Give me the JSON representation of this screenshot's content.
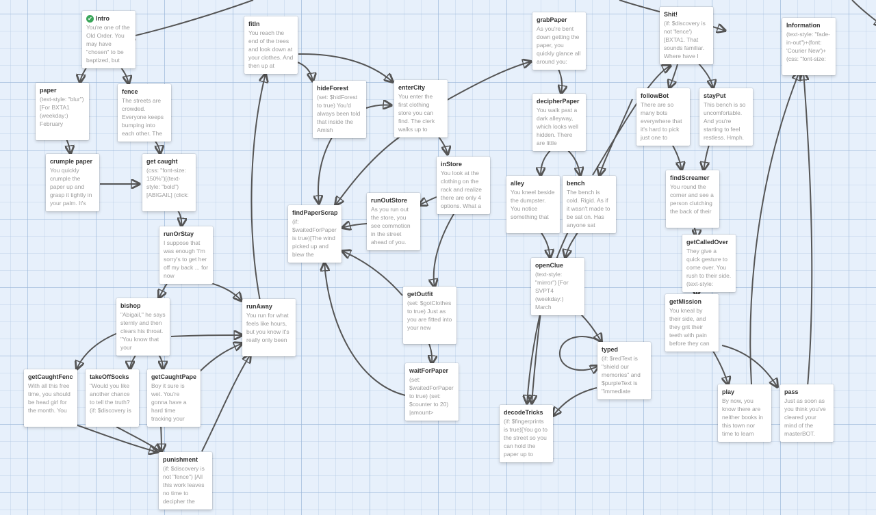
{
  "passages": [
    {
      "id": "intro",
      "title": "Intro",
      "start": true,
      "icon": "rocket-icon",
      "excerpt": "You're one of the Old Order. You may have \"chosen\" to be baptized, but"
    },
    {
      "id": "paper",
      "title": "paper",
      "excerpt": "(text-style: \"blur\") [For BXTA1 (weekday:) February"
    },
    {
      "id": "fence",
      "title": "fence",
      "excerpt": "The streets are crowded. Everyone keeps bumping into each other. The"
    },
    {
      "id": "crumple-paper",
      "title": "crumple paper",
      "excerpt": "You quickly crumple the paper up and grasp it tightly in your palm. It's"
    },
    {
      "id": "get-caught",
      "title": "get caught",
      "excerpt": "(css: \"font-size: 150%\")[(text-style: \"bold\") [ABIGAIL] (click:"
    },
    {
      "id": "runorstay",
      "title": "runOrStay",
      "excerpt": "I suppose that was enough 'I'm sorry's to get her off my back ... for now"
    },
    {
      "id": "bishop",
      "title": "bishop",
      "excerpt": "\"Abigail,\" he says sternly and then clears his throat. \"You know that your"
    },
    {
      "id": "getcaughtfence",
      "title": "getCaughtFence",
      "excerpt": "With all this free time, you should be head girl for the month. You"
    },
    {
      "id": "takeoffsocks",
      "title": "takeOffSocks",
      "excerpt": "\"Would you like another chance to tell the truth? (if: $discovery is"
    },
    {
      "id": "getcaughtpaper",
      "title": "getCaughtPaper",
      "excerpt": "Boy it sure is wet. You're gonna have a hard time tracking your"
    },
    {
      "id": "punishment",
      "title": "punishment",
      "excerpt": "(if: $discovery is not \"fence\") [All this work leaves no time to decipher the"
    },
    {
      "id": "fitin",
      "title": "fitIn",
      "excerpt": "You reach the end of the trees and look down at your clothes. And then up at"
    },
    {
      "id": "runaway",
      "title": "runAway",
      "excerpt": "You run for what feels like hours, but you know it's really only been"
    },
    {
      "id": "hideforest",
      "title": "hideForest",
      "excerpt": "(set: $hidForest to true) You'd always been told that inside the Amish"
    },
    {
      "id": "entercity",
      "title": "enterCity",
      "excerpt": "You enter the first clothing store you can find. The clerk walks up to"
    },
    {
      "id": "instore",
      "title": "inStore",
      "excerpt": "You look at the clothing on the rack and realize there are only 4 options. What a"
    },
    {
      "id": "runoutstore",
      "title": "runOutStore",
      "excerpt": "As you run out the store, you see commotion in the street ahead of you."
    },
    {
      "id": "findpaperscrap",
      "title": "findPaperScrap",
      "excerpt": "(if: $waitedForPaper is true)[The wind picked up and blew the"
    },
    {
      "id": "getoutfit",
      "title": "getOutfit",
      "excerpt": "(set: $gotClothes to true) Just as you are fitted into your new"
    },
    {
      "id": "waitforpaper",
      "title": "waitForPaper",
      "excerpt": "(set: $waitedForPaper to true) (set: $counter to 20) |amount>"
    },
    {
      "id": "grabpaper",
      "title": "grabPaper",
      "excerpt": "As you're bent down getting the paper, you quickly glance all around you:"
    },
    {
      "id": "decipherpaper",
      "title": "decipherPaper",
      "excerpt": "You walk past a dark alleyway, which looks well hidden. There are little"
    },
    {
      "id": "alley",
      "title": "alley",
      "excerpt": "You kneel beside the dumpster. You notice something that"
    },
    {
      "id": "bench",
      "title": "bench",
      "excerpt": "The bench is cold. Rigid. As if it wasn't made to be sat on. Has anyone sat"
    },
    {
      "id": "openclue",
      "title": "openClue",
      "excerpt": "(text-style: \"mirror\") [For SVPT4 (weekday:) March"
    },
    {
      "id": "typed",
      "title": "typed",
      "excerpt": "(if: $redText is \"shield our memories\" and $purpleText is \"immediate"
    },
    {
      "id": "decodetricks",
      "title": "decodeTricks",
      "excerpt": "(if: $fingerprints is true)[You go to the street so you can hold the paper up to"
    },
    {
      "id": "shit",
      "title": "Shit!",
      "excerpt": "(if: $discovery is not 'fence') [BXTA1. That sounds familiar. Where have I"
    },
    {
      "id": "followbot",
      "title": "followBot",
      "excerpt": "There are so many bots everywhere that it's hard to pick just one to"
    },
    {
      "id": "stayput",
      "title": "stayPut",
      "excerpt": "This bench is so uncomfortable. And you're starting to feel restless. Hmph."
    },
    {
      "id": "findscreamer",
      "title": "findScreamer",
      "excerpt": "You round the corner and see a person clutching the back of their"
    },
    {
      "id": "getcalledover",
      "title": "getCalledOver",
      "excerpt": "They give a quick gesture to come over. You rush to their side. (text-style:"
    },
    {
      "id": "getmission",
      "title": "getMission",
      "excerpt": "You kneal by their side, and they grit their teeth with pain before they can"
    },
    {
      "id": "play",
      "title": "play",
      "excerpt": "By now, you know there are neither books in this town nor time to learn"
    },
    {
      "id": "pass",
      "title": "pass",
      "excerpt": "Just as soon as you think you've cleared your mind of the masterBOT."
    },
    {
      "id": "information",
      "title": "Information",
      "excerpt": "(text-style: \"fade-in-out\")+(font: 'Courier New')+(css: \"font-size:"
    }
  ]
}
